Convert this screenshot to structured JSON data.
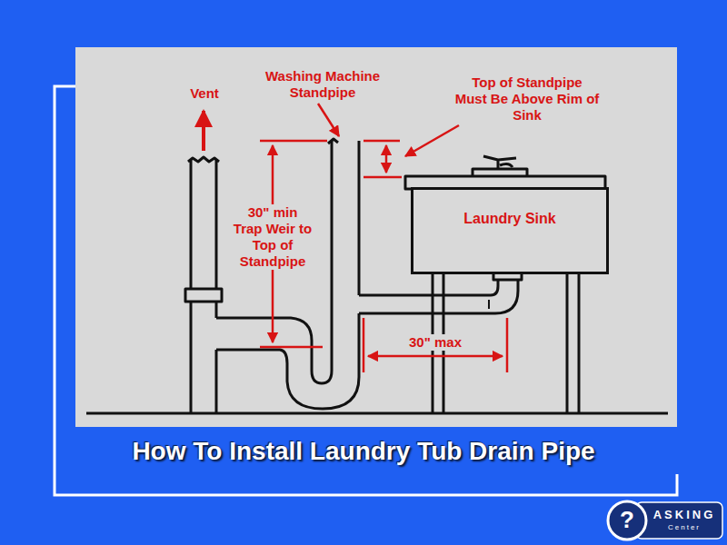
{
  "diagram": {
    "title": "How To Install Laundry Tub Drain Pipe",
    "nodes": [
      {
        "text": [
          "Laundry Sink"
        ]
      }
    ],
    "labels": [
      "Vent",
      "Washing Machine Standpipe",
      "Top of Standpipe Must Be Above Rim of Sink",
      "30\" min Trap Weir to Top of Standpipe",
      "30\" max",
      "?",
      "ASKING",
      "Center"
    ]
  }
}
